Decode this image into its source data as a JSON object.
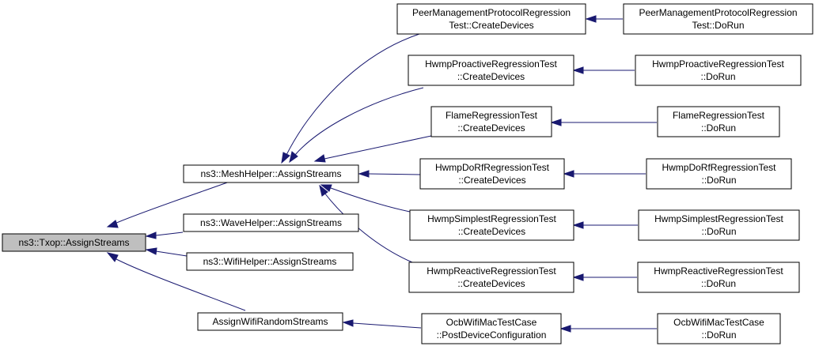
{
  "diagram": {
    "type": "call-graph",
    "nodes": {
      "root": [
        "ns3::Txop::AssignStreams"
      ],
      "mesh": [
        "ns3::MeshHelper::AssignStreams"
      ],
      "wave": [
        "ns3::WaveHelper::AssignStreams"
      ],
      "wifi": [
        "ns3::WifiHelper::AssignStreams"
      ],
      "awrs": [
        "AssignWifiRandomStreams"
      ],
      "pmp_cd": [
        "PeerManagementProtocolRegression",
        "Test::CreateDevices"
      ],
      "pmp_run": [
        "PeerManagementProtocolRegression",
        "Test::DoRun"
      ],
      "hpr_cd": [
        "HwmpProactiveRegressionTest",
        "::CreateDevices"
      ],
      "hpr_run": [
        "HwmpProactiveRegressionTest",
        "::DoRun"
      ],
      "flame_cd": [
        "FlameRegressionTest",
        "::CreateDevices"
      ],
      "flame_run": [
        "FlameRegressionTest",
        "::DoRun"
      ],
      "hdorf_cd": [
        "HwmpDoRfRegressionTest",
        "::CreateDevices"
      ],
      "hdorf_run": [
        "HwmpDoRfRegressionTest",
        "::DoRun"
      ],
      "hsimple_cd": [
        "HwmpSimplestRegressionTest",
        "::CreateDevices"
      ],
      "hsimple_run": [
        "HwmpSimplestRegressionTest",
        "::DoRun"
      ],
      "hreact_cd": [
        "HwmpReactiveRegressionTest",
        "::CreateDevices"
      ],
      "hreact_run": [
        "HwmpReactiveRegressionTest",
        "::DoRun"
      ],
      "ocb_pdc": [
        "OcbWifiMacTestCase",
        "::PostDeviceConfiguration"
      ],
      "ocb_run": [
        "OcbWifiMacTestCase",
        "::DoRun"
      ]
    },
    "edges": [
      [
        "mesh",
        "root"
      ],
      [
        "wave",
        "root"
      ],
      [
        "wifi",
        "root"
      ],
      [
        "awrs",
        "root"
      ],
      [
        "pmp_cd",
        "mesh"
      ],
      [
        "hpr_cd",
        "mesh"
      ],
      [
        "flame_cd",
        "mesh"
      ],
      [
        "hdorf_cd",
        "mesh"
      ],
      [
        "hsimple_cd",
        "mesh"
      ],
      [
        "hreact_cd",
        "mesh"
      ],
      [
        "ocb_pdc",
        "awrs"
      ],
      [
        "pmp_run",
        "pmp_cd"
      ],
      [
        "hpr_run",
        "hpr_cd"
      ],
      [
        "flame_run",
        "flame_cd"
      ],
      [
        "hdorf_run",
        "hdorf_cd"
      ],
      [
        "hsimple_run",
        "hsimple_cd"
      ],
      [
        "hreact_run",
        "hreact_cd"
      ],
      [
        "ocb_run",
        "ocb_pdc"
      ]
    ],
    "colors": {
      "edge": "#191970",
      "root_fill": "#bfbfbf",
      "node_fill": "#ffffff",
      "node_border": "#000000"
    }
  }
}
